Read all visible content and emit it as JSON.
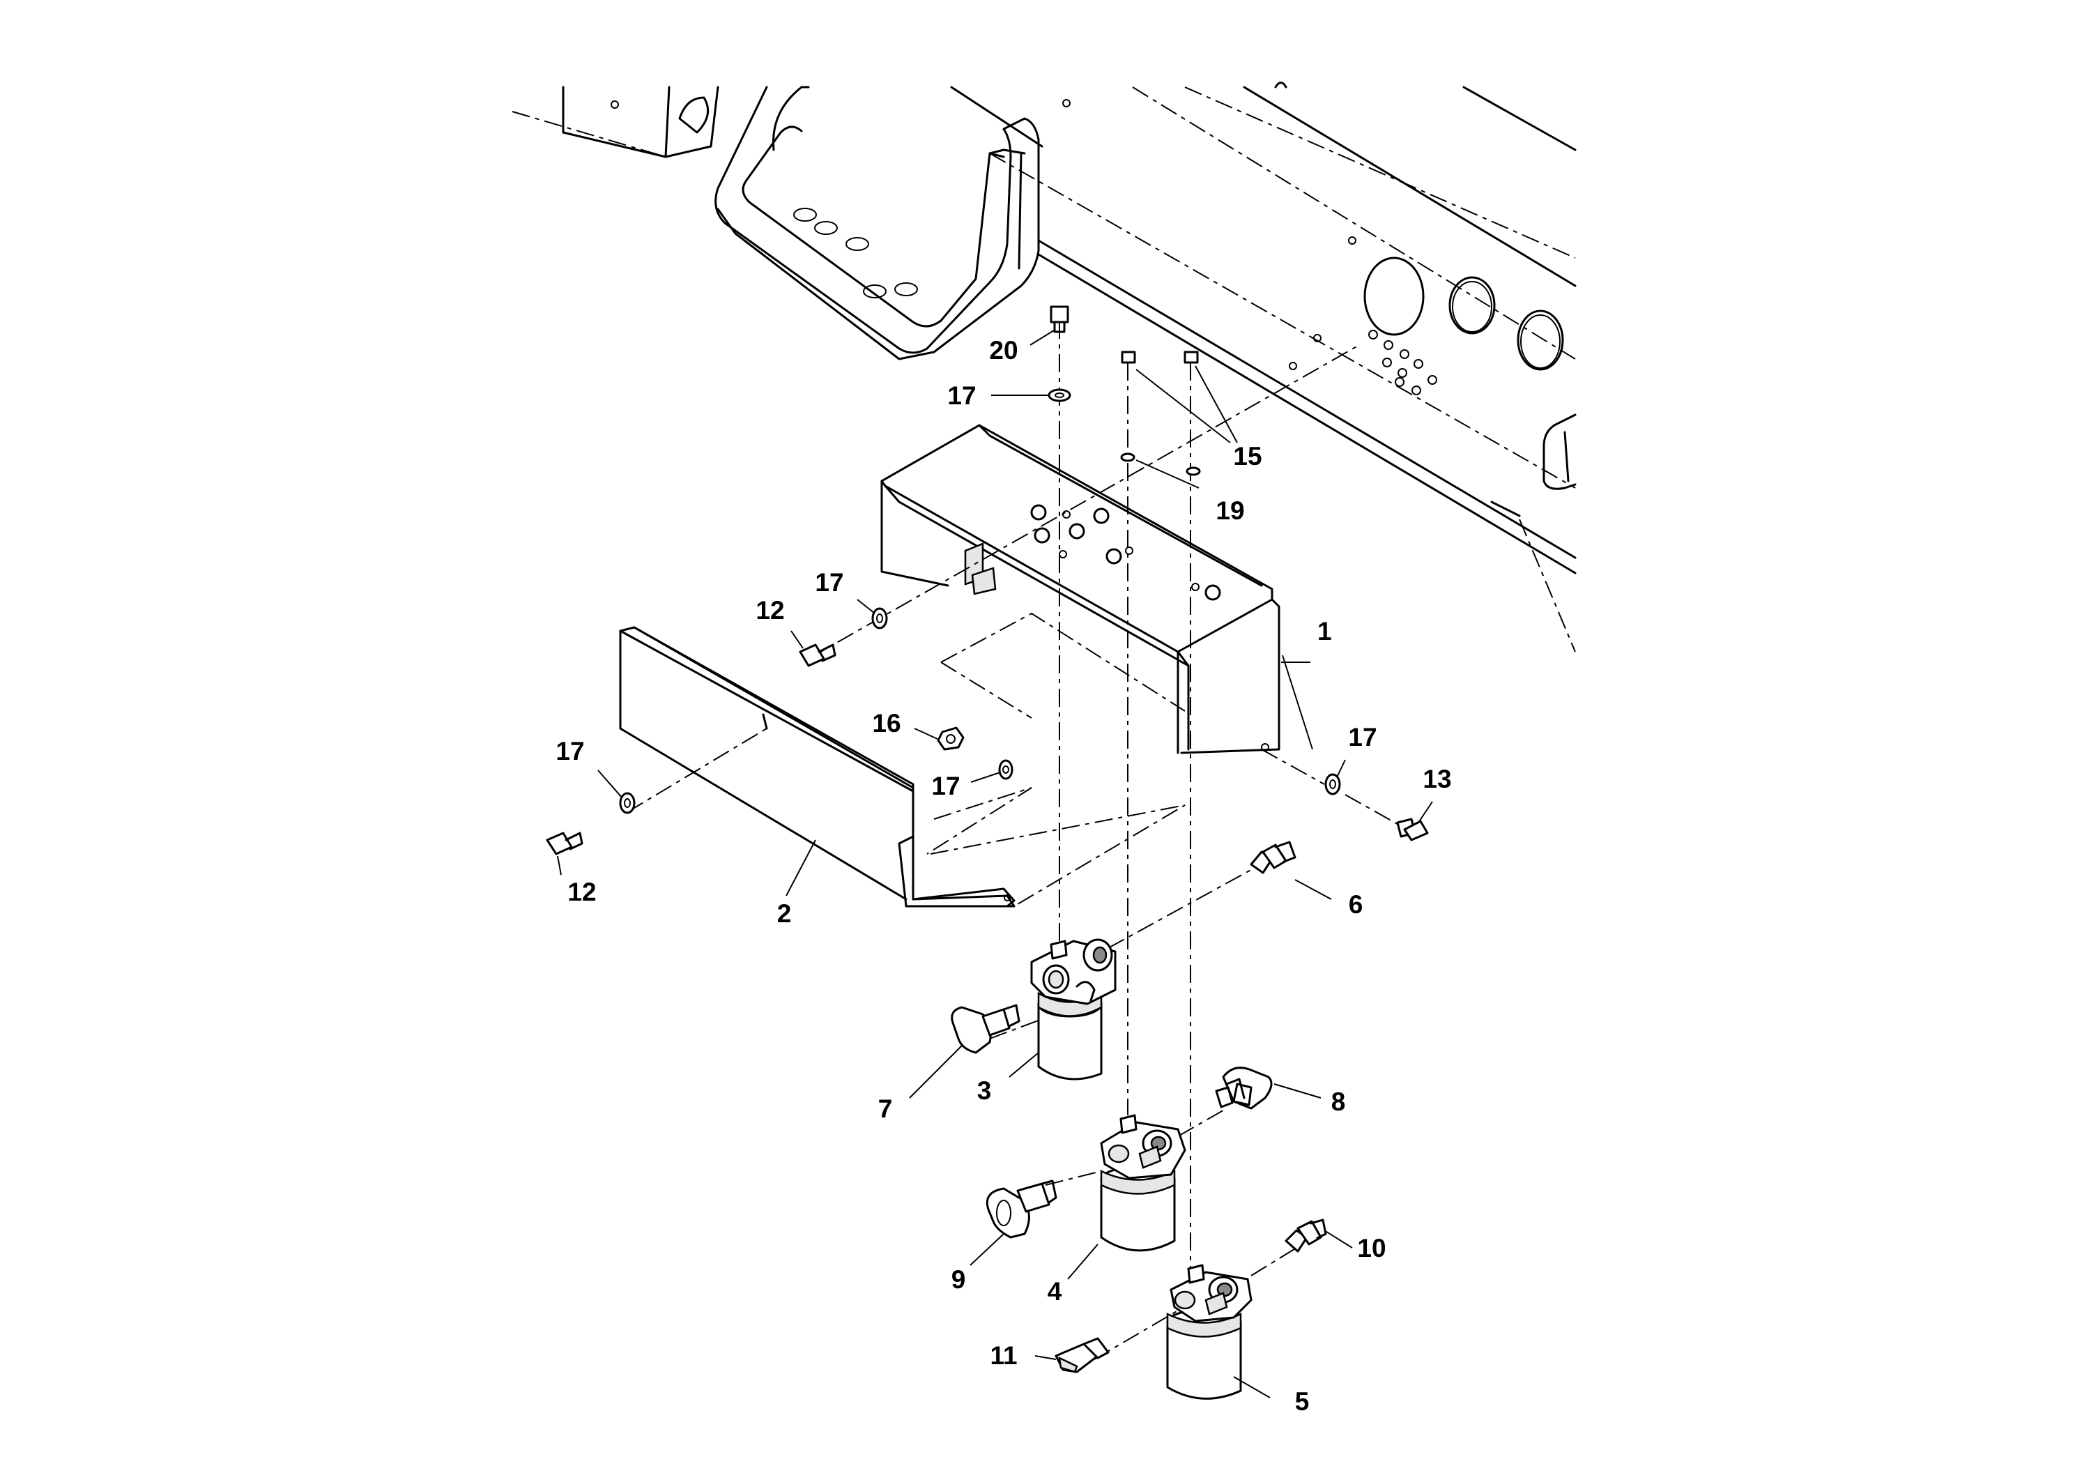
{
  "callouts": [
    {
      "id": "c1",
      "text": "1"
    },
    {
      "id": "c2",
      "text": "2"
    },
    {
      "id": "c3",
      "text": "3"
    },
    {
      "id": "c4",
      "text": "4"
    },
    {
      "id": "c5",
      "text": "5"
    },
    {
      "id": "c6",
      "text": "6"
    },
    {
      "id": "c7",
      "text": "7"
    },
    {
      "id": "c8",
      "text": "8"
    },
    {
      "id": "c9",
      "text": "9"
    },
    {
      "id": "c10",
      "text": "10"
    },
    {
      "id": "c11",
      "text": "11"
    },
    {
      "id": "c12a",
      "text": "12"
    },
    {
      "id": "c12b",
      "text": "12"
    },
    {
      "id": "c13",
      "text": "13"
    },
    {
      "id": "c15",
      "text": "15"
    },
    {
      "id": "c16",
      "text": "16"
    },
    {
      "id": "c17a",
      "text": "17"
    },
    {
      "id": "c17b",
      "text": "17"
    },
    {
      "id": "c17c",
      "text": "17"
    },
    {
      "id": "c17d",
      "text": "17"
    },
    {
      "id": "c17e",
      "text": "17"
    },
    {
      "id": "c19",
      "text": "19"
    },
    {
      "id": "c20",
      "text": "20"
    }
  ]
}
